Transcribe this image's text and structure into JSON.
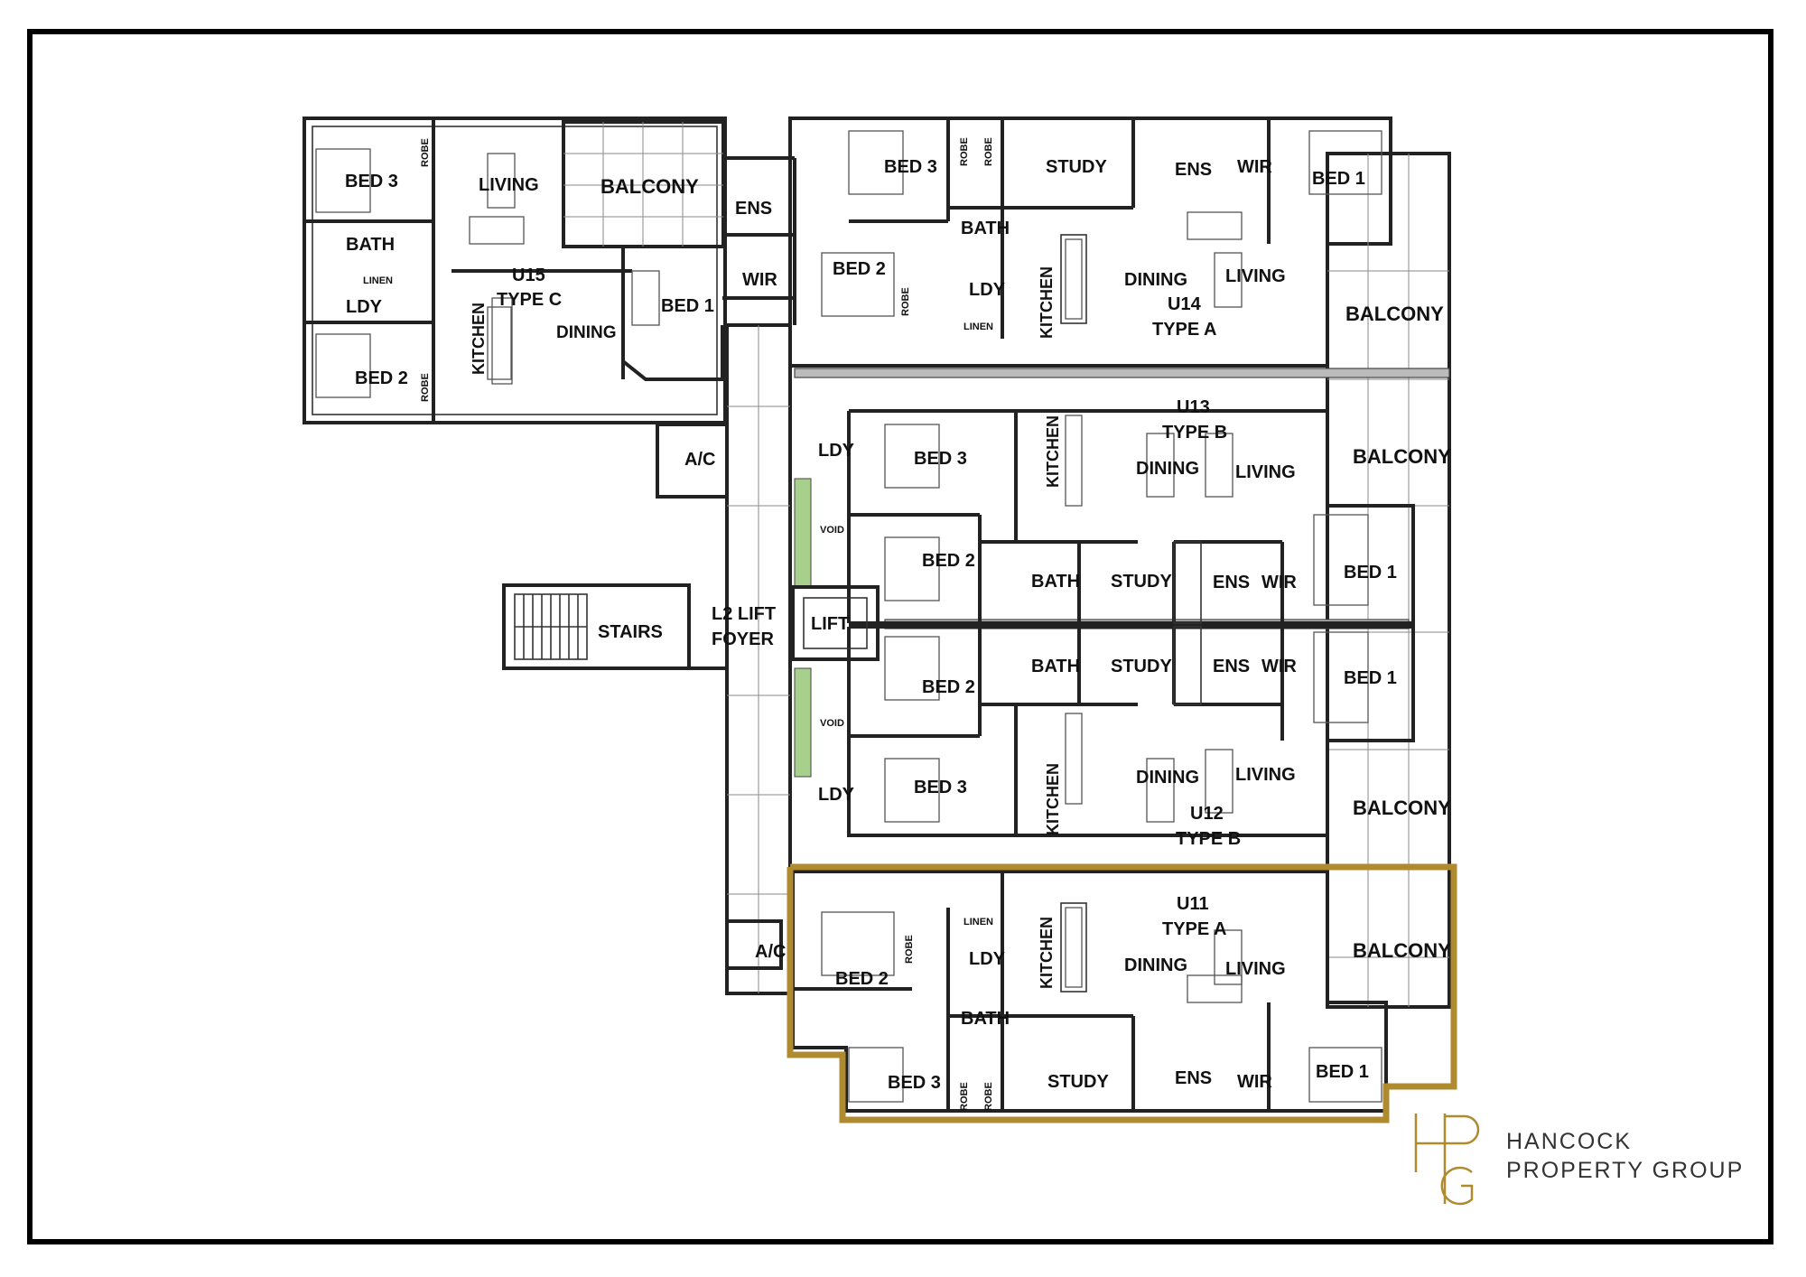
{
  "labels": {
    "u15_bed3": "BED 3",
    "u15_robe1": "ROBE",
    "u15_living": "LIVING",
    "u15_balcony": "BALCONY",
    "u15_bath": "BATH",
    "u15_linen": "LINEN",
    "u15_ldy": "LDY",
    "u15_unit": "U15",
    "u15_type": "TYPE C",
    "u15_kitchen": "KITCHEN",
    "u15_dining": "DINING",
    "u15_bed2": "BED 2",
    "u15_robe2": "ROBE",
    "u15_ens": "ENS",
    "u15_wir": "WIR",
    "u15_bed1": "BED 1",
    "u14_bed3": "BED 3",
    "u14_robe1": "ROBE",
    "u14_robe2": "ROBE",
    "u14_study": "STUDY",
    "u14_ens": "ENS",
    "u14_wir": "WIR",
    "u14_bed1": "BED 1",
    "u14_bath": "BATH",
    "u14_bed2": "BED 2",
    "u14_robe3": "ROBE",
    "u14_ldy": "LDY",
    "u14_linen": "LINEN",
    "u14_kitchen": "KITCHEN",
    "u14_dining": "DINING",
    "u14_living": "LIVING",
    "u14_unit": "U14",
    "u14_type": "TYPE A",
    "u14_balcony": "BALCONY",
    "ac1": "A/C",
    "u13_ldy": "LDY",
    "u13_bed3": "BED 3",
    "u13_kitchen": "KITCHEN",
    "u13_unit": "U13",
    "u13_type": "TYPE B",
    "u13_dining": "DINING",
    "u13_living": "LIVING",
    "u13_balcony": "BALCONY",
    "void1": "VOID",
    "u13_bed2": "BED 2",
    "u13_bath": "BATH",
    "u13_study": "STUDY",
    "u13_ens": "ENS",
    "u13_wir": "WIR",
    "u13_bed1": "BED 1",
    "stairs": "STAIRS",
    "lift_foyer1": "L2 LIFT",
    "lift_foyer2": "FOYER",
    "lift": "LIFT",
    "u12_bath": "BATH",
    "u12_study": "STUDY",
    "u12_ens": "ENS",
    "u12_wir": "WIR",
    "u12_bed1": "BED 1",
    "u12_bed2": "BED 2",
    "void2": "VOID",
    "u12_bed3": "BED 3",
    "u12_kitchen": "KITCHEN",
    "u12_dining": "DINING",
    "u12_living": "LIVING",
    "u12_unit": "U12",
    "u12_type": "TYPE B",
    "u12_balcony": "BALCONY",
    "u12_ldy": "LDY",
    "u11_unit": "U11",
    "u11_type": "TYPE A",
    "u11_linen": "LINEN",
    "u11_ldy": "LDY",
    "u11_kitchen": "KITCHEN",
    "u11_dining": "DINING",
    "u11_living": "LIVING",
    "u11_balcony": "BALCONY",
    "u11_bed2": "BED 2",
    "u11_robe1": "ROBE",
    "u11_bath": "BATH",
    "u11_bed3": "BED 3",
    "u11_robe2": "ROBE",
    "u11_robe3": "ROBE",
    "u11_study": "STUDY",
    "u11_ens": "ENS",
    "u11_wir": "WIR",
    "u11_bed1": "BED 1",
    "ac2": "A/C"
  },
  "logo": {
    "line1": "HANCOCK",
    "line2": "PROPERTY GROUP",
    "monogram": "HPG"
  },
  "colors": {
    "highlight": "#B08A2E",
    "walls": "#222222",
    "void_green": "#A8D08D",
    "logo_text": "#333333"
  }
}
